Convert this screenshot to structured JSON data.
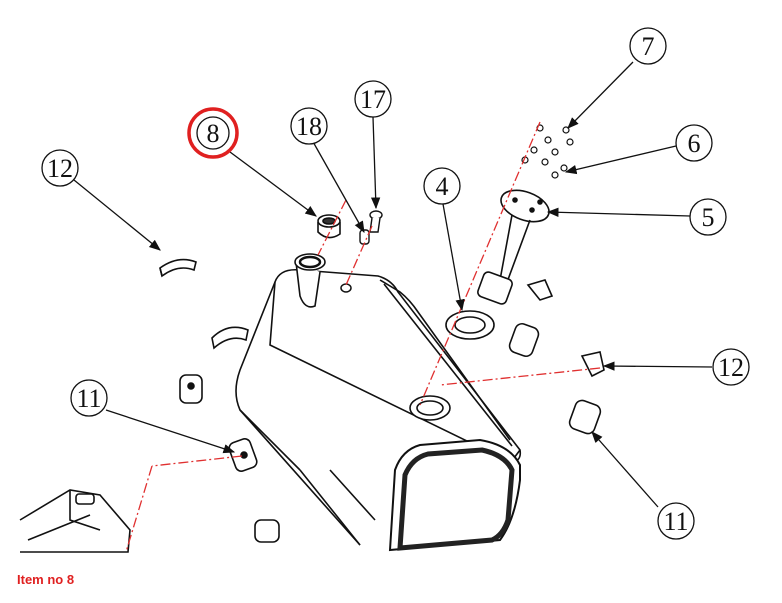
{
  "caption": "Item no 8",
  "colors": {
    "highlight": "#e02020",
    "line": "#111111",
    "centerline": "#e03030"
  },
  "callouts": [
    {
      "id": "c8",
      "label": "8",
      "highlighted": true
    },
    {
      "id": "c18",
      "label": "18"
    },
    {
      "id": "c17",
      "label": "17"
    },
    {
      "id": "c7",
      "label": "7"
    },
    {
      "id": "c6",
      "label": "6"
    },
    {
      "id": "c5",
      "label": "5"
    },
    {
      "id": "c4",
      "label": "4"
    },
    {
      "id": "c12a",
      "label": "12"
    },
    {
      "id": "c12b",
      "label": "12"
    },
    {
      "id": "c11a",
      "label": "11"
    },
    {
      "id": "c11b",
      "label": "11"
    }
  ]
}
